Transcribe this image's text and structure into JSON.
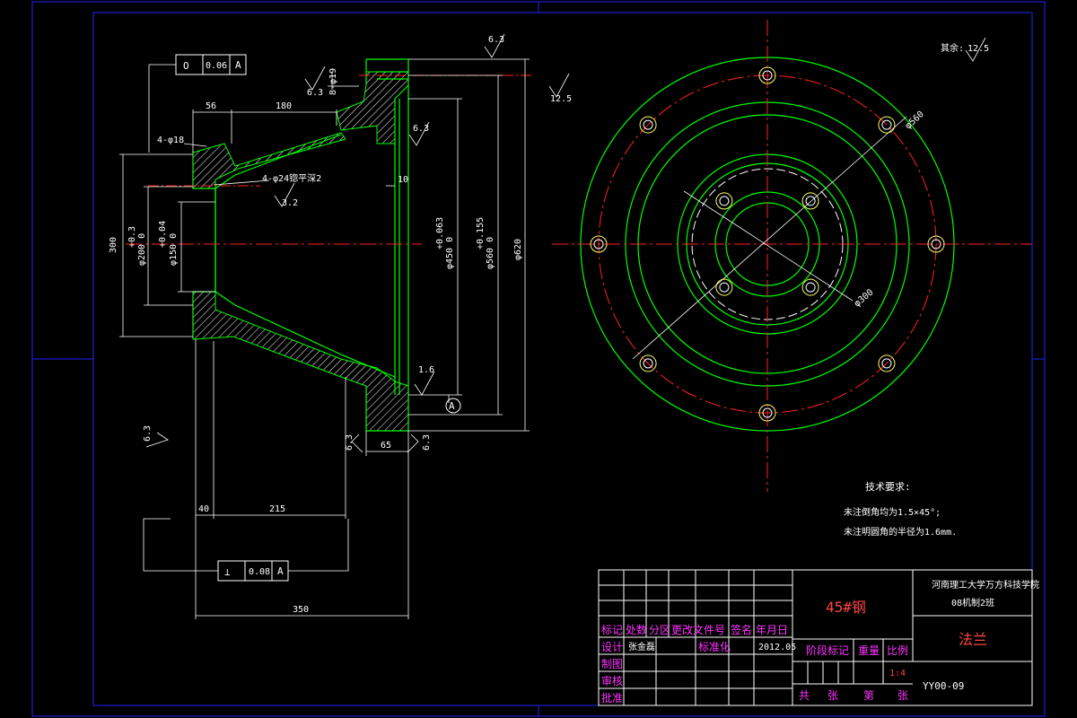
{
  "colors": {
    "background": "#000000",
    "border": "#2222ff",
    "outline": "#00ff00",
    "center_line": "#ff2222",
    "dimension": "#ffffff",
    "title_text": "#ff33ff",
    "material_text": "#ff4444",
    "hatch": "#ffffff"
  },
  "gdt": {
    "top_symbol": "O",
    "top_tolerance": "0.06",
    "top_datum": "A",
    "bottom_symbol": "⊥",
    "bottom_tolerance": "0.08",
    "bottom_datum": "A"
  },
  "dims": {
    "d56": "56",
    "d180": "180",
    "d4phi18": "4-φ18",
    "d4phi24": "4-φ24锪平深2",
    "d300": "300",
    "d200": "φ200  0",
    "d200tol": "+0.3",
    "d150": "φ150  0",
    "d150tol": "+0.04",
    "d450": "φ450  0",
    "d450tol": "+0.063",
    "d560": "φ560  0",
    "d560tol": "+0.155",
    "d620": "φ620",
    "d8phi19": "8-φ19",
    "d10": "10",
    "d65": "65",
    "d40": "40",
    "d215": "215",
    "d350": "350",
    "datum_a": "A",
    "r_phi560": "φ560",
    "r_phi300": "φ300"
  },
  "roughness": {
    "r1": "6.3",
    "r2": "6.3",
    "r3": "12.5",
    "r4": "6.3",
    "r5": "3.2",
    "r6": "1.6",
    "r7": "6.3",
    "r8": "6.3",
    "r9": "6.3",
    "rest_label": "其余:",
    "rest_value": "12.5"
  },
  "tech": {
    "title": "技术要求:",
    "line1": "未注倒角均为1.5×45°;",
    "line2": "未注明圆角的半径为1.6mm."
  },
  "title_block": {
    "material": "45#钢",
    "school": "河南理工大学万方科技学院",
    "class": "08机制2班",
    "part_name": "法兰",
    "drawing_no": "YY00-09",
    "scale_value": "1:4",
    "date": "2012.05",
    "designer": "张金磊",
    "h_mark": "标记",
    "h_count": "处数",
    "h_zone": "分区",
    "h_docno": "更改文件号",
    "h_sign": "签名",
    "h_date": "年月日",
    "h_design": "设计",
    "h_std": "标准化",
    "h_draw": "制图",
    "h_check": "审核",
    "h_approve": "批准",
    "h_stage": "阶段标记",
    "h_weight": "重量",
    "h_scale": "比例",
    "h_total": "共",
    "h_sheets": "张",
    "h_no": "第",
    "h_sheet": "张"
  }
}
